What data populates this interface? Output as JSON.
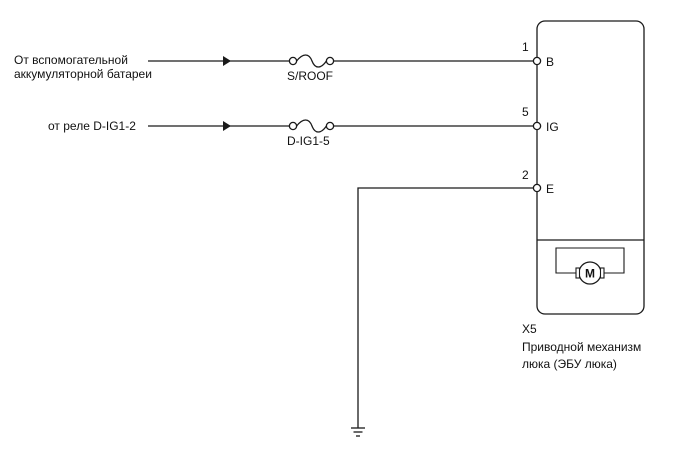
{
  "sources": {
    "battery_line1": "От вспомогательной",
    "battery_line2": "аккумуляторной батареи",
    "relay": "от реле D-IG1-2"
  },
  "fuses": {
    "roof": "S/ROOF",
    "ig": "D-IG1-5"
  },
  "pins": [
    {
      "number": "1",
      "name": "B"
    },
    {
      "number": "5",
      "name": "IG"
    },
    {
      "number": "2",
      "name": "E"
    }
  ],
  "component": {
    "code": "X5",
    "name_line1": "Приводной механизм",
    "name_line2": "люка (ЭБУ люка)",
    "motor_symbol": "M"
  },
  "icons": {
    "arrow": "arrow-right-icon",
    "fuse": "fuse-icon",
    "motor": "motor-icon",
    "ground": "ground-icon"
  }
}
